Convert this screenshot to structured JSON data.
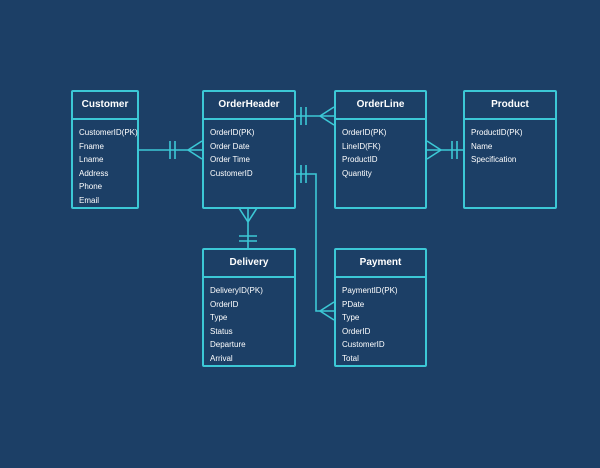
{
  "colors": {
    "background": "#1c3f66",
    "line": "#3cc8d6",
    "text": "#ffffff"
  },
  "entities": {
    "customer": {
      "title": "Customer",
      "fields": [
        "CustomerID(PK)",
        "Fname",
        "Lname",
        "Address",
        "Phone",
        "Email"
      ]
    },
    "orderheader": {
      "title": "OrderHeader",
      "fields": [
        "OrderID(PK)",
        "Order Date",
        "Order Time",
        "CustomerID"
      ]
    },
    "orderline": {
      "title": "OrderLine",
      "fields": [
        "OrderID(PK)",
        "LineID(FK)",
        "ProductID",
        "Quantity"
      ]
    },
    "product": {
      "title": "Product",
      "fields": [
        "ProductID(PK)",
        "Name",
        "Specification"
      ]
    },
    "delivery": {
      "title": "Delivery",
      "fields": [
        "DeliveryID(PK)",
        "OrderID",
        "Type",
        "Status",
        "Departure",
        "Arrival"
      ]
    },
    "payment": {
      "title": "Payment",
      "fields": [
        "PaymentID(PK)",
        "PDate",
        "Type",
        "OrderID",
        "CustomerID",
        "Total"
      ]
    }
  },
  "relationships": [
    {
      "from": "customer",
      "from_end": "one",
      "to": "orderheader",
      "to_end": "many"
    },
    {
      "from": "orderheader",
      "from_end": "one",
      "to": "orderline",
      "to_end": "many"
    },
    {
      "from": "orderline",
      "from_end": "many",
      "to": "product",
      "to_end": "one"
    },
    {
      "from": "orderheader",
      "from_end": "many",
      "to": "delivery",
      "to_end": "one"
    },
    {
      "from": "orderheader",
      "from_end": "one",
      "to": "payment",
      "to_end": "many"
    }
  ]
}
